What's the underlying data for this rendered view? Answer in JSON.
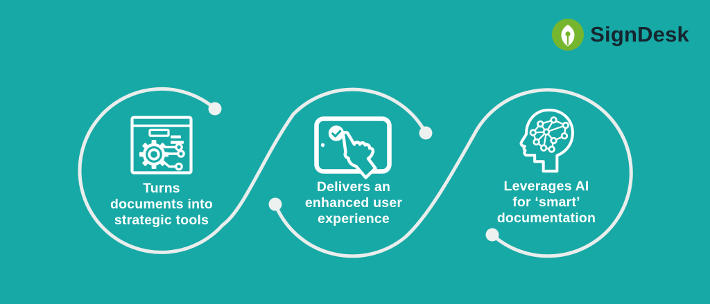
{
  "colors": {
    "bg": "#17A9A6",
    "ribbon": "#E9EDEC",
    "dot": "#EDF1F0",
    "icon": "#FFFFFF",
    "caption": "#FFFFFF",
    "logo_green": "#76B62E",
    "logo_text": "#15262F"
  },
  "logo": {
    "brand": "SignDesk",
    "icon": "pen-nib-icon"
  },
  "features": [
    {
      "icon": "document-gear-icon",
      "caption_lines": [
        "Turns",
        "documents into",
        "strategic tools"
      ]
    },
    {
      "icon": "tablet-touch-check-icon",
      "caption_lines": [
        "Delivers an",
        "enhanced user",
        "experience"
      ]
    },
    {
      "icon": "head-ai-network-icon",
      "caption_lines": [
        "Leverages AI",
        "for ‘smart’",
        "documentation"
      ]
    }
  ]
}
